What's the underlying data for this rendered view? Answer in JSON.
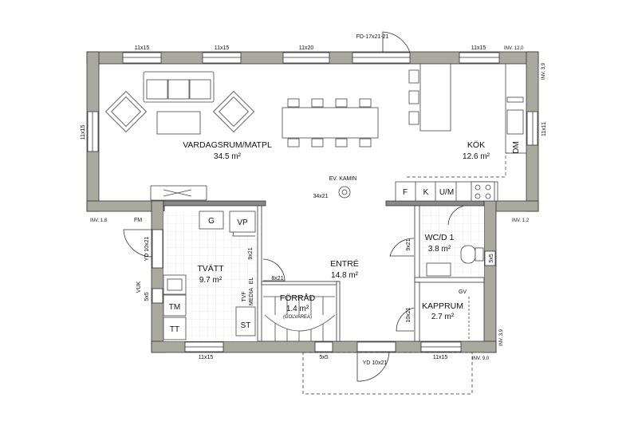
{
  "rooms": {
    "living": {
      "name": "VARDAGSRUM/MATPL",
      "area": "34.5 m²"
    },
    "kitchen": {
      "name": "KÖK",
      "area": "12.6 m²"
    },
    "laundry": {
      "name": "TVÄTT",
      "area": "9.7 m²"
    },
    "entry": {
      "name": "ENTRÉ",
      "area": "14.8 m²"
    },
    "storage": {
      "name": "FÖRRÅD",
      "area": "1.4 m²",
      "note": "(GOLVAREA)"
    },
    "wc": {
      "name": "WC/D 1",
      "area": "3.8 m²"
    },
    "closet": {
      "name": "KAPPRUM",
      "area": "2.7 m²"
    }
  },
  "windows": {
    "top1": "11x15",
    "top2": "11x15",
    "top3": "11x20",
    "top_door": "FD-17x21-21",
    "top4": "11x15",
    "left": "11x15",
    "right": "11x11",
    "bottom1": "11x15",
    "bottom2": "5x5",
    "bottom_door": "YD 10x21",
    "bottom3": "11x15",
    "laundry_door": "YD 10x21",
    "vuk": "VUK",
    "vuk_size": "5x5",
    "wc_window": "5x5"
  },
  "doors": {
    "interior_main": "34x21",
    "wc": "9x21",
    "closet": "10x21",
    "laundry": "9x21",
    "storage": "8x21"
  },
  "fixtures": {
    "fridge": "F",
    "freezer": "K",
    "oven": "U/M",
    "dishwasher": "DM",
    "dryer_g": "G",
    "vp": "VP",
    "tm": "TM",
    "tt": "TT",
    "st": "ST",
    "fm": "FM",
    "gv": "GV",
    "fireplace": "EV. KAMIN",
    "tvf": "TVF",
    "media": "MEDIA",
    "el": "EL"
  },
  "inv": {
    "top_right": "INV. 12,0",
    "right_top": "INV. 3,9",
    "left": "INV. 1,8",
    "right_mid": "INV. 1,2",
    "right_bottom": "INV. 3,9",
    "bottom_right": "INV. 9,0"
  }
}
